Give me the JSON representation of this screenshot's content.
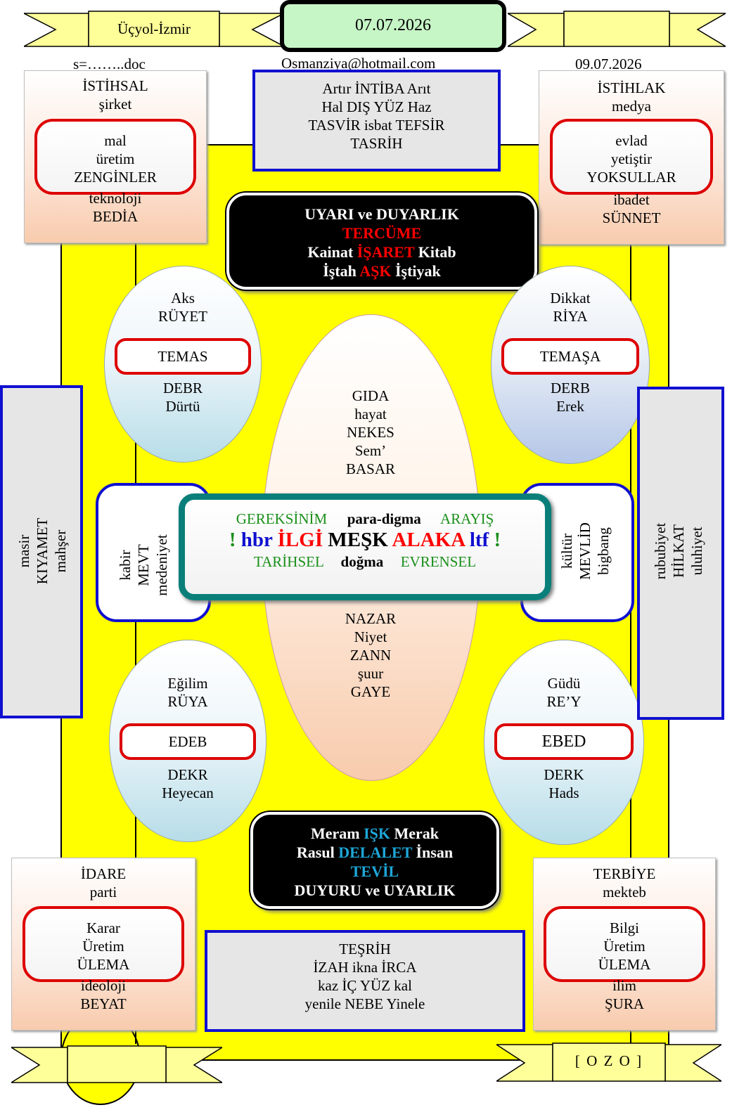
{
  "header": {
    "left_banner": "Üçyol-İzmir",
    "date_center": "07.07.2026",
    "file_label": "s=……..doc",
    "email": "Osmanziya@hotmail.com",
    "date_right": "09.07.2026"
  },
  "top_left": {
    "title": "İSTİHSAL",
    "sub": "şirket",
    "inner": [
      "mal",
      "üretim",
      "ZENGİNLER"
    ],
    "bottom": [
      "teknoloji",
      "BEDİA"
    ]
  },
  "top_right": {
    "title": "İSTİHLAK",
    "sub": "medya",
    "inner": [
      "evlad",
      "yetiştir",
      "YOKSULLAR"
    ],
    "bottom": [
      "ibadet",
      "SÜNNET"
    ]
  },
  "top_center": [
    "Artır İNTİBA Arıt",
    "Hal DIŞ YÜZ Haz",
    "TASVİR isbat TEFSİR",
    "TASRİH"
  ],
  "black_top": {
    "line1": "UYARI ve DUYARLIK",
    "line2": "TERCÜME",
    "line3": {
      "a": "Kainat",
      "b": "İŞARET",
      "c": "Kitab"
    },
    "line4": {
      "a": "İştah",
      "b": "AŞK",
      "c": "İştiyak"
    }
  },
  "oval_tl": {
    "top": [
      "Aks",
      "RÜYET"
    ],
    "pill": "TEMAS",
    "bottom": [
      "DEBR",
      "Dürtü"
    ]
  },
  "oval_tr": {
    "top": [
      "Dikkat",
      "RİYA"
    ],
    "pill": "TEMAŞA",
    "bottom": [
      "DERB",
      "Erek"
    ]
  },
  "oval_bl": {
    "top": [
      "Eğilim",
      "RÜYA"
    ],
    "pill": "EDEB",
    "bottom": [
      "DEKR",
      "Heyecan"
    ]
  },
  "oval_br": {
    "top": [
      "Güdü",
      "RE’Y"
    ],
    "pill": "EBED",
    "bottom": [
      "DERK",
      "Hads"
    ]
  },
  "center_oval_top": [
    "GIDA",
    "hayat",
    "NEKES",
    "Sem’",
    "BASAR"
  ],
  "center_oval_bottom": [
    "NAZAR",
    "Niyet",
    "ZANN",
    "şuur",
    "GAYE"
  ],
  "center_box": {
    "row1": {
      "a": "GEREKSİNİM",
      "b": "para-digma",
      "c": "ARAYIŞ"
    },
    "row2": {
      "ex1": "!",
      "a": "hbr",
      "b": "İLGİ",
      "c": "MEŞK",
      "d": "ALAKA",
      "e": "ltf",
      "ex2": "!"
    },
    "row3": {
      "a": "TARİHSEL",
      "b": "doğma",
      "c": "EVRENSEL"
    }
  },
  "left_small": [
    "kabir",
    "MEVT",
    "medeniyet"
  ],
  "right_small": [
    "kültür",
    "MEVLİD",
    "bigbang"
  ],
  "left_side": [
    "masir",
    "KIYAMET",
    "mahşer"
  ],
  "right_side": [
    "rububiyet",
    "HİLKAT",
    "uluhiyet"
  ],
  "black_bottom": {
    "line1": {
      "a": "Meram",
      "b": "IŞK",
      "c": "Merak"
    },
    "line2": {
      "a": "Rasul",
      "b": "DELALET",
      "c": "İnsan"
    },
    "line3": "TEVİL",
    "line4": "DUYURU ve UYARLIK"
  },
  "bottom_left": {
    "title": "İDARE",
    "sub": "parti",
    "inner": [
      "Karar",
      "Üretim",
      "ÜLEMA"
    ],
    "bottom": [
      "ideoloji",
      "BEYAT"
    ]
  },
  "bottom_right": {
    "title": "TERBİYE",
    "sub": "mekteb",
    "inner": [
      "Bilgi",
      "Üretim",
      "ÜLEMA"
    ],
    "bottom": [
      "ilim",
      "ŞURA"
    ]
  },
  "bottom_center": [
    "TEŞRİH",
    "İZAH ikna İRCA",
    "kaz İÇ YÜZ kal",
    "yenile NEBE Yinele"
  ],
  "footer": {
    "right_banner": "[ O Z O ]"
  },
  "colors": {
    "yellow": "#ffff00",
    "red": "#ff0000",
    "blue": "#1010d0",
    "green": "#1a8f1a",
    "teal": "#0a7f7a",
    "cyan": "#1ea6d8"
  }
}
